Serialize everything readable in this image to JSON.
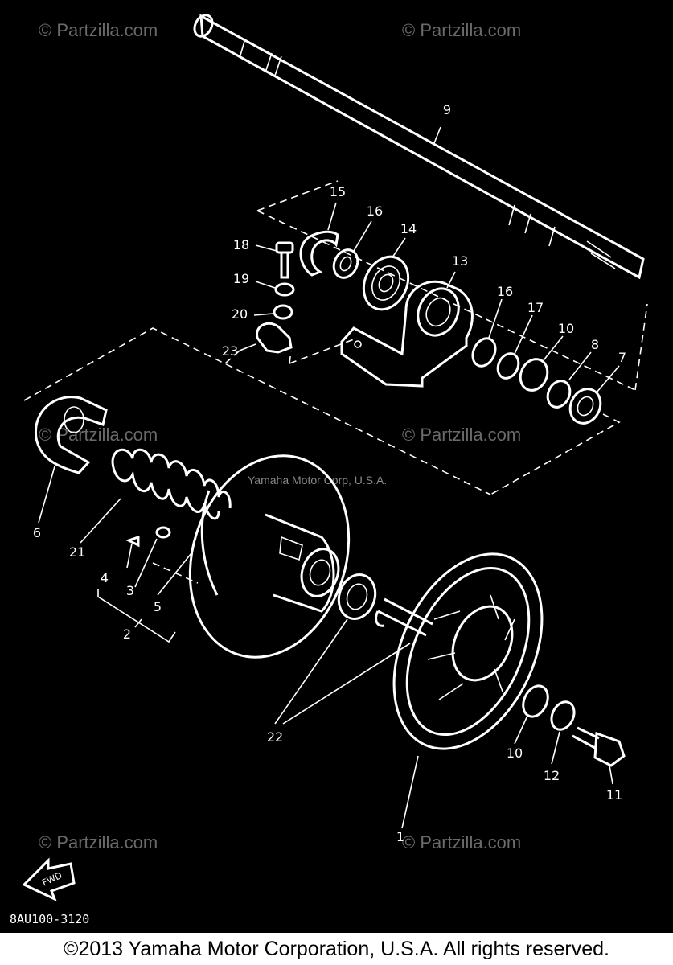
{
  "watermark": "© Partzilla.com",
  "secondary_watermark": "Yamaha Motor Corp, U.S.A.",
  "diagram_code": "8AU100-3120",
  "direction_badge": "FWD",
  "footer": "©2013 Yamaha Motor Corporation, U.S.A. All rights reserved.",
  "callouts": {
    "c1": "1",
    "c2": "2",
    "c3": "3",
    "c4": "4",
    "c5": "5",
    "c6": "6",
    "c7": "7",
    "c8": "8",
    "c9": "9",
    "c10a": "10",
    "c10b": "10",
    "c11": "11",
    "c12": "12",
    "c13": "13",
    "c14": "14",
    "c15": "15",
    "c16a": "16",
    "c16b": "16",
    "c17": "17",
    "c18": "18",
    "c19": "19",
    "c20": "20",
    "c21": "21",
    "c22": "22",
    "c23": "23"
  },
  "colors": {
    "background": "#000000",
    "line": "#ffffff",
    "watermark": "#6a6a6a",
    "footer_bg": "#ffffff"
  }
}
